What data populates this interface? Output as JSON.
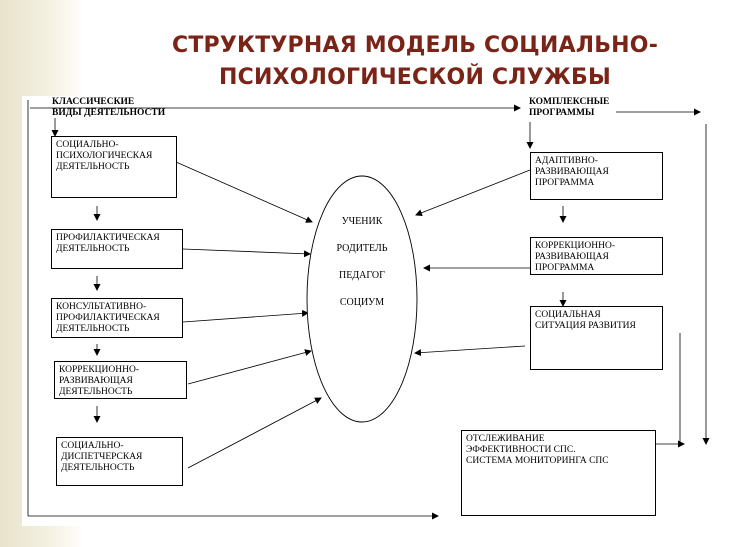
{
  "title": {
    "line1": "СТРУКТУРНАЯ МОДЕЛЬ СОЦИАЛЬНО-",
    "line2": "ПСИХОЛОГИЧЕСКОЙ СЛУЖБЫ"
  },
  "left_header": {
    "line1": "КЛАССИЧЕСКИЕ",
    "line2": "ВИДЫ ДЕЯТЕЛЬНОСТИ"
  },
  "right_header": {
    "line1": "КОМПЛЕКСНЫЕ",
    "line2": "ПРОГРАММЫ"
  },
  "left_boxes": [
    {
      "lines": [
        "СОЦИАЛЬНО-",
        "ПСИХОЛОГИЧЕСКАЯ",
        "ДЕЯТЕЛЬНОСТЬ"
      ]
    },
    {
      "lines": [
        "ПРОФИЛАКТИЧЕСКАЯ",
        "ДЕЯТЕЛЬНОСТЬ"
      ]
    },
    {
      "lines": [
        "КОНСУЛЬТАТИВНО-",
        "ПРОФИЛАКТИЧЕСКАЯ",
        "ДЕЯТЕЛЬНОСТЬ"
      ]
    },
    {
      "lines": [
        "КОРРЕКЦИОННО-",
        "РАЗВИВАЮЩАЯ",
        "ДЕЯТЕЛЬНОСТЬ"
      ]
    },
    {
      "lines": [
        "СОЦИАЛЬНО-",
        "ДИСПЕТЧЕРСКАЯ",
        "ДЕЯТЕЛЬНОСТЬ"
      ]
    }
  ],
  "right_boxes": [
    {
      "lines": [
        "АДАПТИВНО-",
        "РАЗВИВАЮЩАЯ",
        "ПРОГРАММА"
      ]
    },
    {
      "lines": [
        "КОРРЕКЦИОННО-",
        "РАЗВИВАЮЩАЯ",
        "ПРОГРАММА"
      ]
    },
    {
      "lines": [
        "СОЦИАЛЬНАЯ",
        "СИТУАЦИЯ РАЗВИТИЯ"
      ]
    }
  ],
  "monitoring_box": {
    "lines": [
      "ОТСЛЕЖИВАНИЕ",
      "ЭФФЕКТИВНОСТИ СПС.",
      "СИСТЕМА МОНИТОРИНГА СПС"
    ]
  },
  "center": {
    "items": [
      "УЧЕНИК",
      "РОДИТЕЛЬ",
      "ПЕДАГОГ",
      "СОЦИУМ"
    ]
  }
}
